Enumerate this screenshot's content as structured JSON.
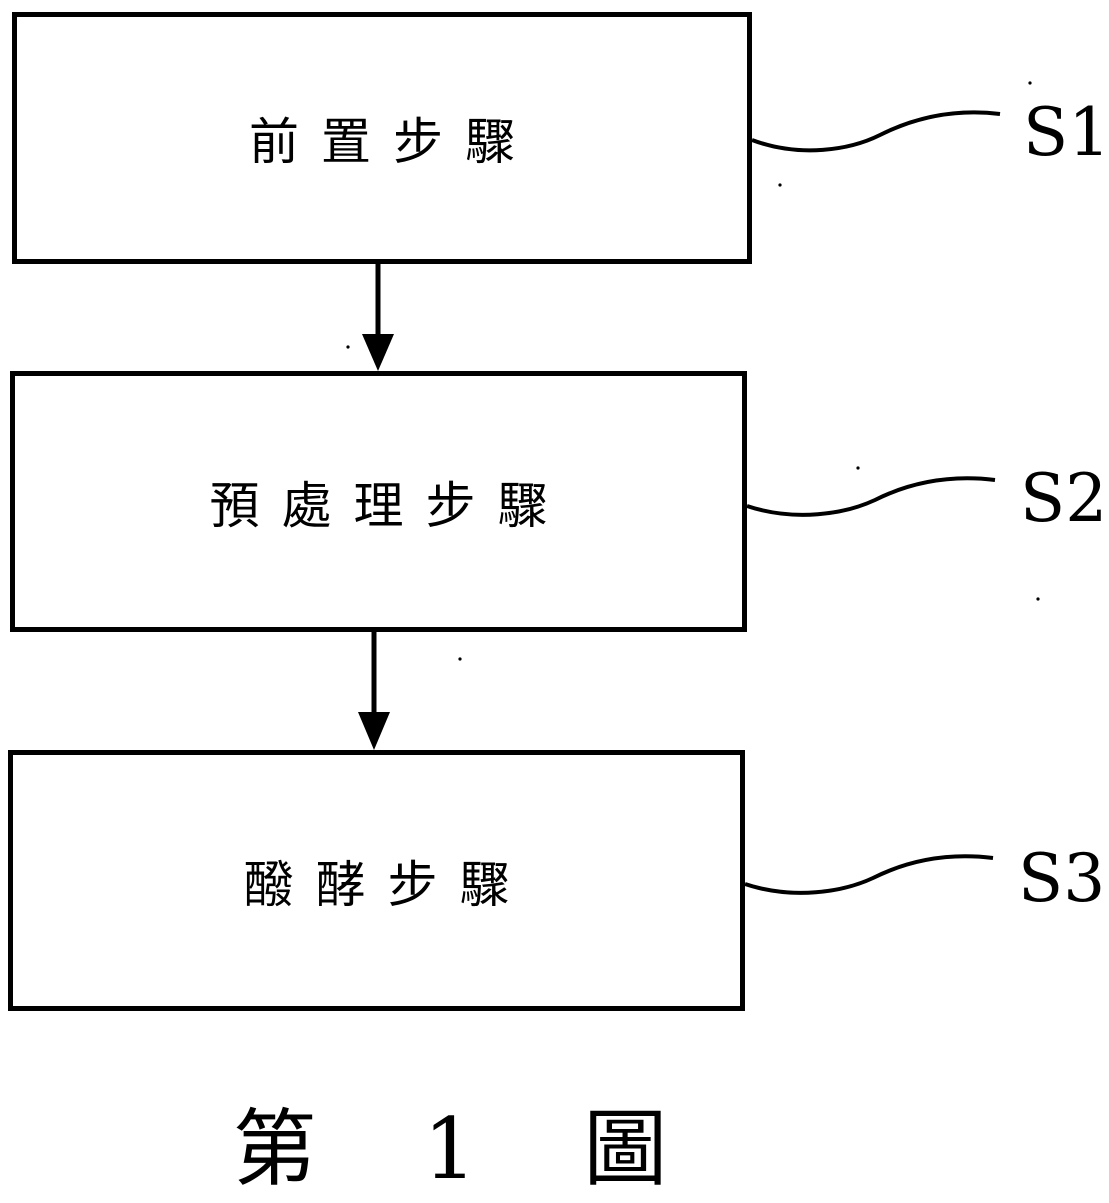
{
  "diagram": {
    "steps": [
      {
        "label": "前置步驟",
        "id": "S1"
      },
      {
        "label": "預處理步驟",
        "id": "S2"
      },
      {
        "label": "醱酵步驟",
        "id": "S3"
      }
    ],
    "caption": "第 1 圖"
  }
}
